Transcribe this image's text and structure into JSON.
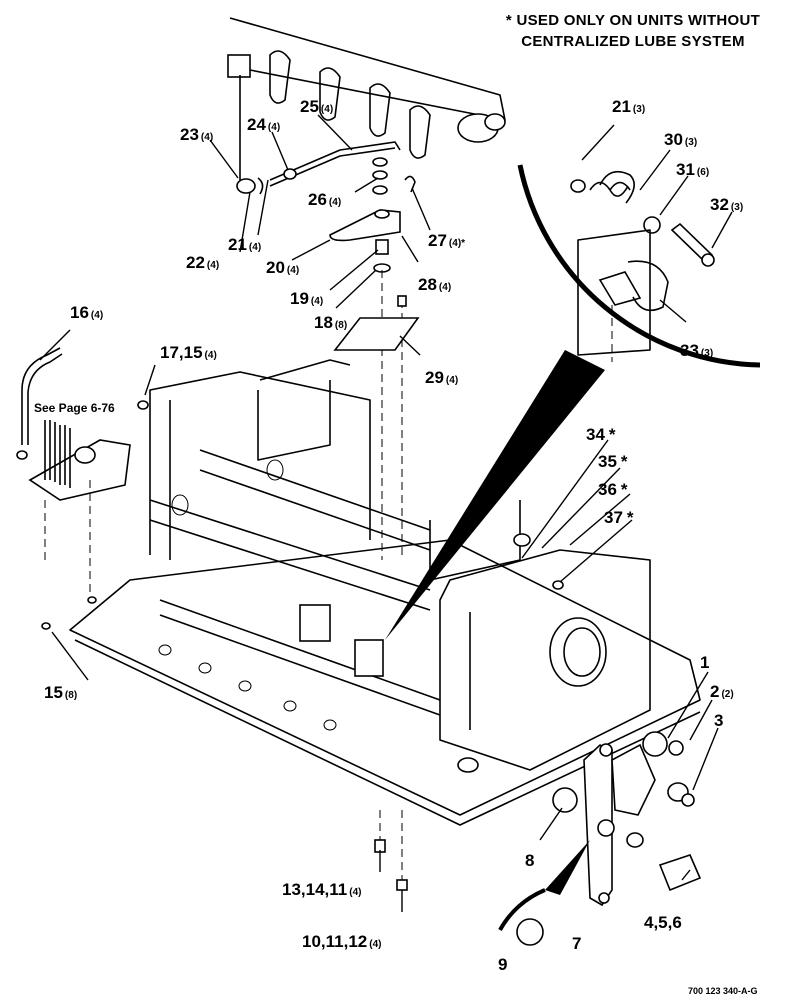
{
  "note": {
    "line1": "* USED ONLY ON UNITS WITHOUT",
    "line2": "CENTRALIZED LUBE SYSTEM"
  },
  "see_page": "See Page 6-76",
  "drawing_number": "700 123 340-A-G",
  "callouts": [
    {
      "id": "c1",
      "label": "1",
      "qty": ""
    },
    {
      "id": "c2",
      "label": "2",
      "qty": "(2)"
    },
    {
      "id": "c3",
      "label": "3",
      "qty": ""
    },
    {
      "id": "c456",
      "label": "4,5,6",
      "qty": ""
    },
    {
      "id": "c7",
      "label": "7",
      "qty": ""
    },
    {
      "id": "c8",
      "label": "8",
      "qty": ""
    },
    {
      "id": "c9",
      "label": "9",
      "qty": ""
    },
    {
      "id": "c10",
      "label": "10,11,12",
      "qty": "(4)"
    },
    {
      "id": "c13",
      "label": "13,14,11",
      "qty": "(4)"
    },
    {
      "id": "c15",
      "label": "15",
      "qty": "(8)"
    },
    {
      "id": "c16",
      "label": "16",
      "qty": "(4)"
    },
    {
      "id": "c17",
      "label": "17,15",
      "qty": "(4)"
    },
    {
      "id": "c18",
      "label": "18",
      "qty": "(8)"
    },
    {
      "id": "c19",
      "label": "19",
      "qty": "(4)"
    },
    {
      "id": "c20",
      "label": "20",
      "qty": "(4)"
    },
    {
      "id": "c21a",
      "label": "21",
      "qty": "(4)"
    },
    {
      "id": "c21b",
      "label": "21",
      "qty": "(3)"
    },
    {
      "id": "c22",
      "label": "22",
      "qty": "(4)"
    },
    {
      "id": "c23",
      "label": "23",
      "qty": "(4)"
    },
    {
      "id": "c24",
      "label": "24",
      "qty": "(4)"
    },
    {
      "id": "c25",
      "label": "25",
      "qty": "(4)"
    },
    {
      "id": "c26",
      "label": "26",
      "qty": "(4)"
    },
    {
      "id": "c27",
      "label": "27",
      "qty": "(4)*"
    },
    {
      "id": "c28",
      "label": "28",
      "qty": "(4)"
    },
    {
      "id": "c29",
      "label": "29",
      "qty": "(4)"
    },
    {
      "id": "c30",
      "label": "30",
      "qty": "(3)"
    },
    {
      "id": "c31",
      "label": "31",
      "qty": "(6)"
    },
    {
      "id": "c32",
      "label": "32",
      "qty": "(3)"
    },
    {
      "id": "c33",
      "label": "33",
      "qty": "(3)"
    },
    {
      "id": "c34",
      "label": "34",
      "qty": "*"
    },
    {
      "id": "c35",
      "label": "35",
      "qty": "*"
    },
    {
      "id": "c36",
      "label": "36",
      "qty": "*"
    },
    {
      "id": "c37",
      "label": "37",
      "qty": "*"
    }
  ]
}
